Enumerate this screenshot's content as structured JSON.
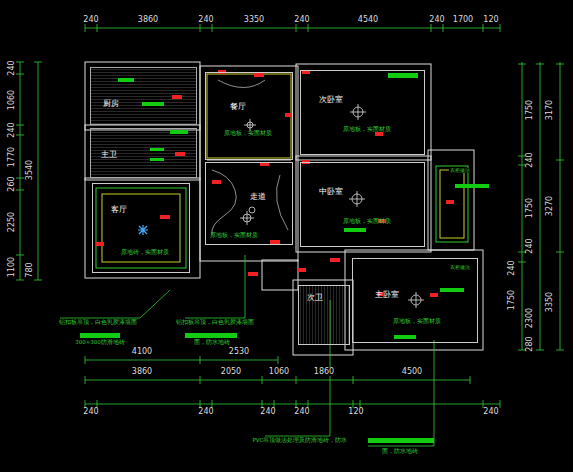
{
  "diagram": {
    "nodes": [
      {
        "text": [
          "厨房"
        ]
      },
      {
        "text": [
          "主卫"
        ]
      },
      {
        "text": [
          "客厅",
          "原地砖，实面材质"
        ]
      },
      {
        "text": [
          "餐厅",
          "原地板，实面材质"
        ]
      },
      {
        "text": [
          "走道",
          "原地板，实面材质"
        ]
      },
      {
        "text": [
          "次卧室",
          "原地板，实面材质"
        ]
      },
      {
        "text": [
          "中卧室",
          "原地板，实面材质"
        ]
      },
      {
        "text": [
          "主卧室",
          "原地板，实面材质"
        ]
      },
      {
        "text": [
          "次卫"
        ]
      }
    ],
    "labels": [
      "240",
      "3860",
      "240",
      "3350",
      "240",
      "4540",
      "240",
      "1700",
      "120",
      "4100",
      "2530",
      "3860",
      "2050",
      "1060",
      "1860",
      "4500",
      "240",
      "240",
      "240",
      "240",
      "120",
      "240",
      "240",
      "1060",
      "240",
      "1770",
      "260",
      "2250",
      "1100",
      "3540",
      "780",
      "1750",
      "240",
      "1750",
      "240",
      "240",
      "1750",
      "2300",
      "280",
      "3170",
      "3270",
      "3350",
      "铝扣板吊顶，白色乳胶漆墙面",
      "300×300防滑地砖",
      "铝扣板吊顶，白色乳胶漆墙面",
      "面，防水地砖",
      "PVC吊顶做法处理及防滑地砖，防水",
      "面，防水地砖",
      "衣柜做法",
      "衣柜做法"
    ]
  }
}
